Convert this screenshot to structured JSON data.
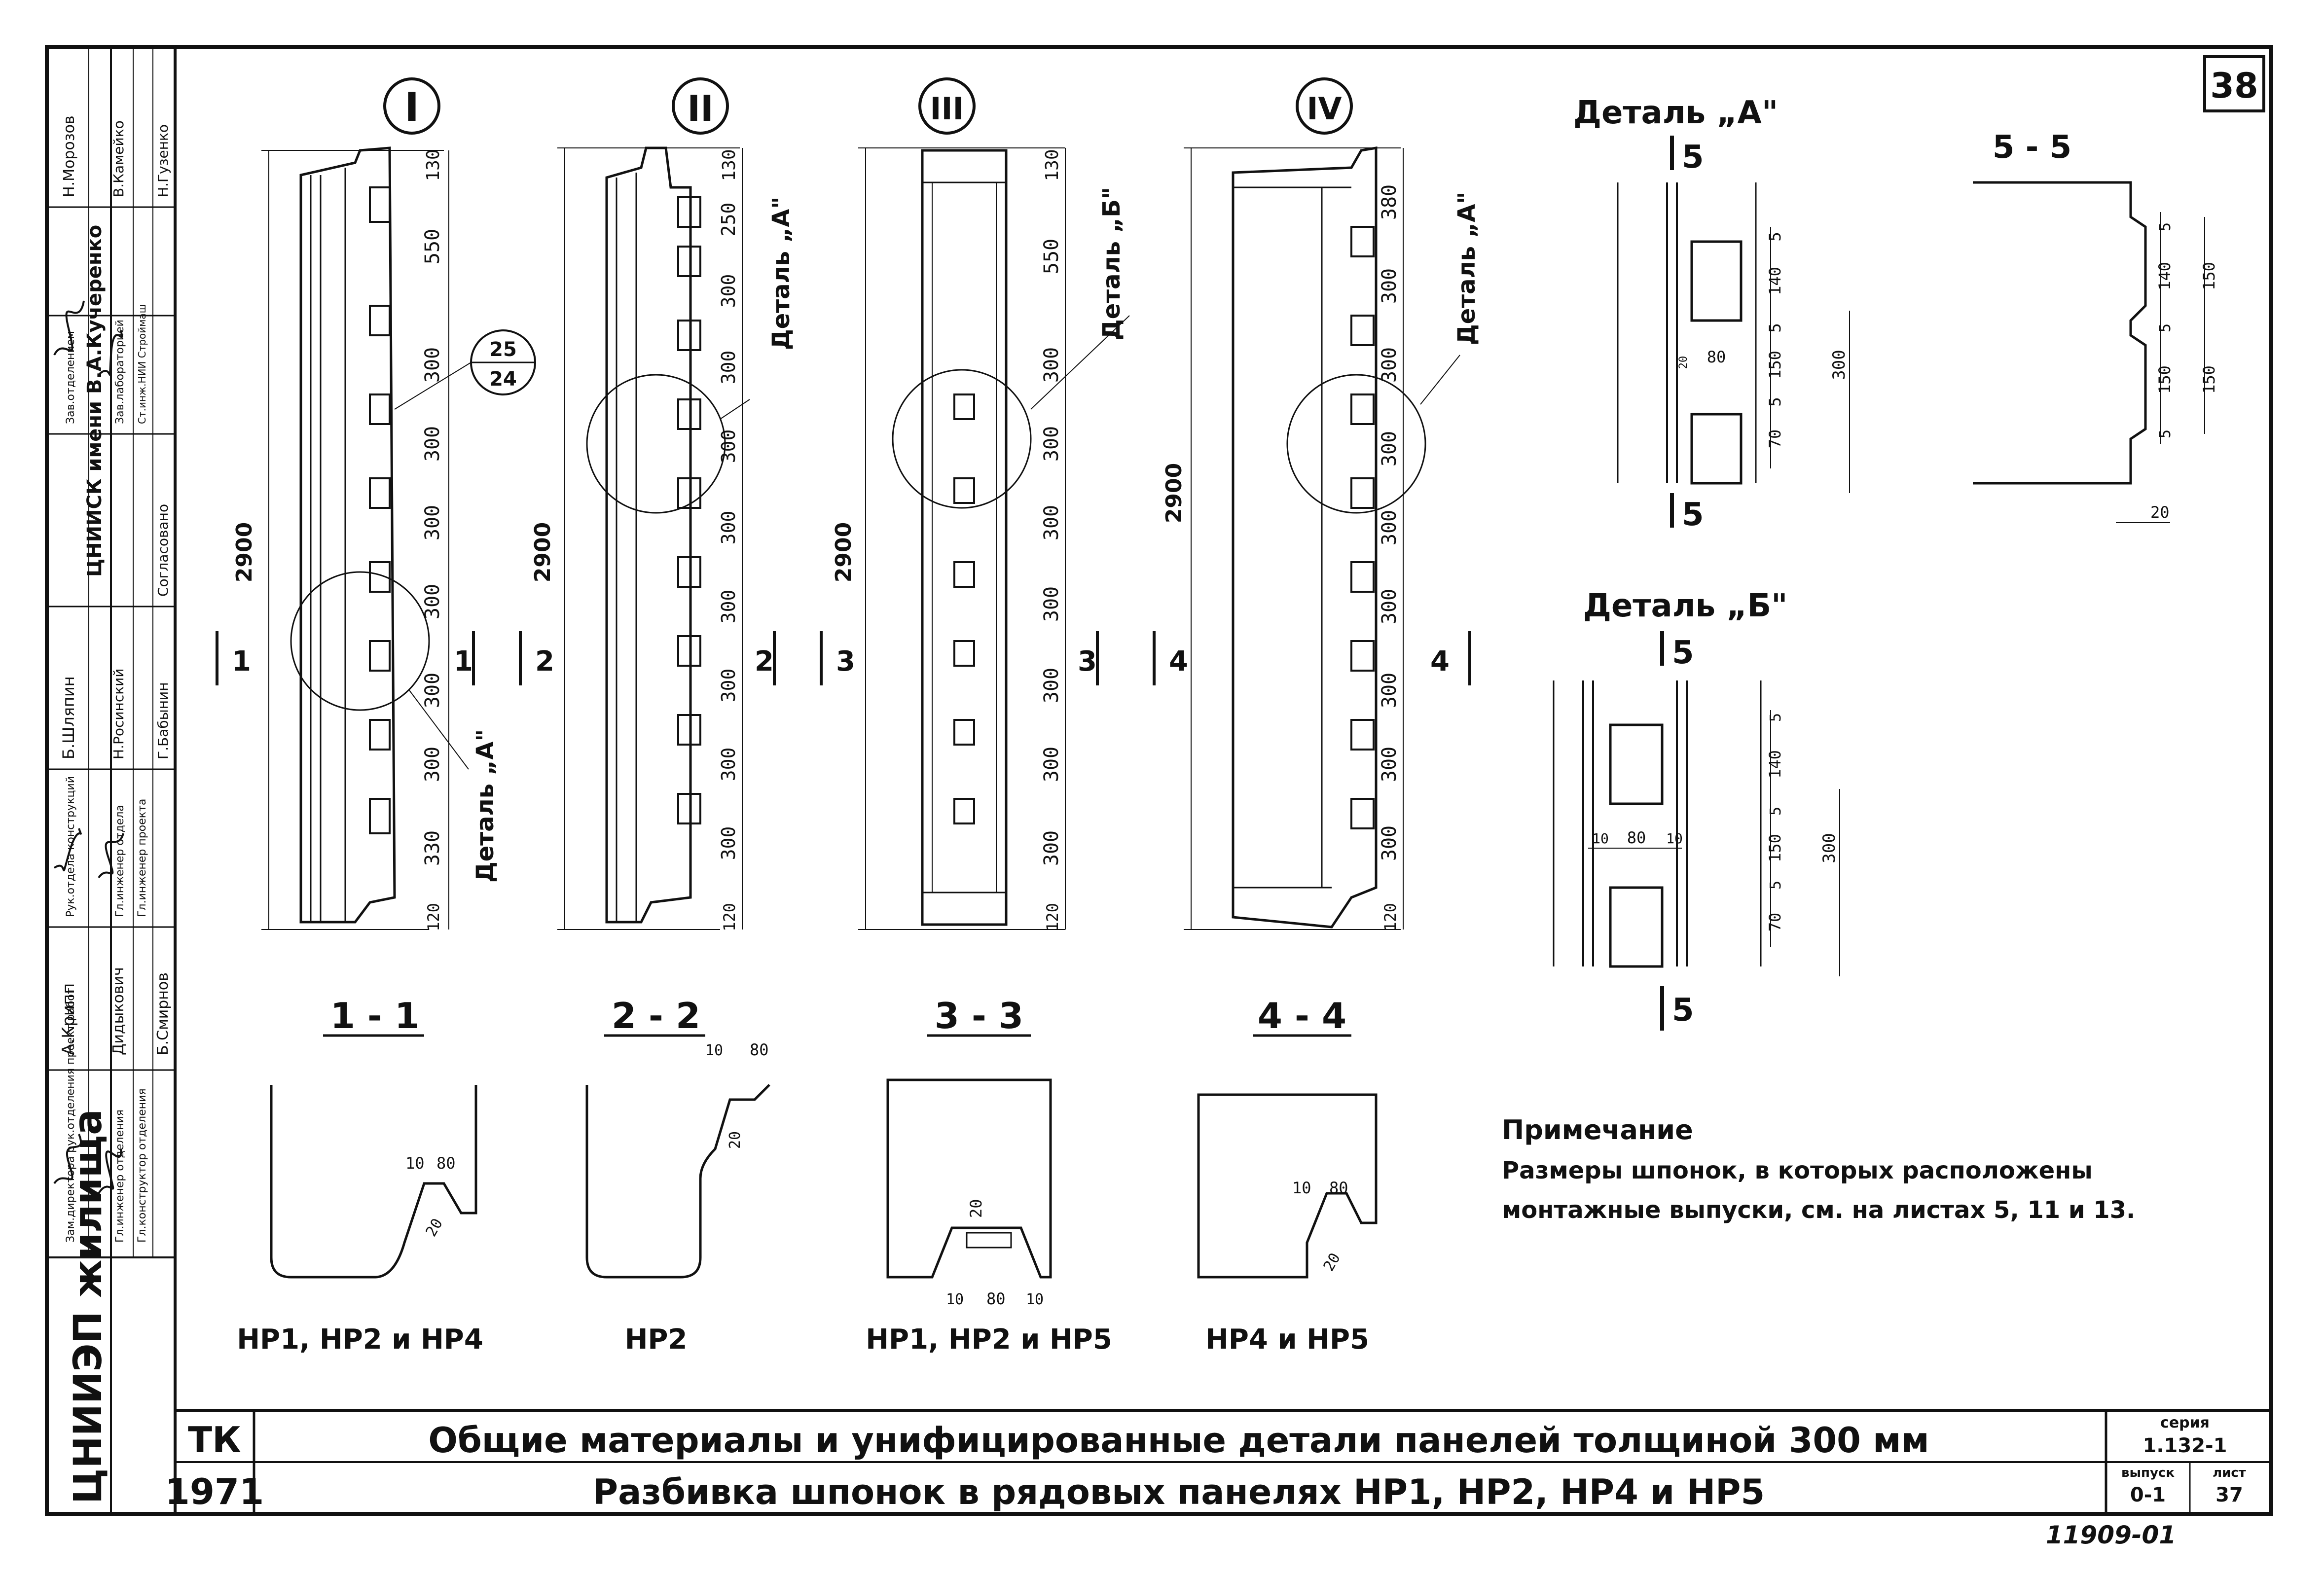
{
  "sheet_number": "38",
  "panel_numbers": [
    "I",
    "II",
    "III",
    "IV"
  ],
  "panels": {
    "p1": {
      "height": "2900",
      "dims": [
        "130",
        "550",
        "300",
        "300",
        "300",
        "300",
        "300",
        "300",
        "330",
        "120"
      ],
      "callout_top": "25",
      "callout_bottom": "24",
      "detail": "Деталь „А\"",
      "section": "1"
    },
    "p2": {
      "height": "2900",
      "dims": [
        "130",
        "250",
        "300",
        "300",
        "300",
        "300",
        "300",
        "300",
        "300",
        "300",
        "120"
      ],
      "detail": "Деталь „А\"",
      "section": "2"
    },
    "p3": {
      "height": "2900",
      "dims": [
        "130",
        "550",
        "300",
        "300",
        "300",
        "300",
        "300",
        "300",
        "300",
        "120"
      ],
      "detail": "Деталь „Б\"",
      "section": "3"
    },
    "p4": {
      "height": "2900",
      "dims": [
        "380",
        "300",
        "300",
        "300",
        "300",
        "300",
        "300",
        "300",
        "300",
        "120"
      ],
      "detail": "Деталь „А\"",
      "section": "4"
    }
  },
  "detail_a": {
    "title": "Деталь „А\"",
    "section_mark": "5",
    "dims": [
      "5",
      "140",
      "5",
      "150",
      "5",
      "70",
      "300",
      "80",
      "20"
    ]
  },
  "section_55": {
    "title": "5 - 5",
    "dims": [
      "5",
      "140",
      "150",
      "5",
      "150",
      "5",
      "20"
    ]
  },
  "detail_b": {
    "title": "Деталь „Б\"",
    "section_mark": "5",
    "dims": [
      "5",
      "140",
      "5",
      "150",
      "5",
      "70",
      "300",
      "10",
      "80",
      "10"
    ]
  },
  "sections": [
    {
      "title": "1 - 1",
      "dims": [
        "10",
        "80",
        "20"
      ],
      "caption": "НР1, НР2 и НР4"
    },
    {
      "title": "2 - 2",
      "dims": [
        "10",
        "80",
        "20"
      ],
      "caption": "НР2"
    },
    {
      "title": "3 - 3",
      "dims": [
        "20",
        "10",
        "80",
        "10"
      ],
      "caption": "НР1,  НР2 и НР5"
    },
    {
      "title": "4 - 4",
      "dims": [
        "10",
        "80",
        "20"
      ],
      "caption": "НР4 и НР5"
    }
  ],
  "note": {
    "title": "Примечание",
    "line1": "Размеры шпонок, в которых расположены",
    "line2": "монтажные выпуски, см. на листах 5, 11 и 13."
  },
  "title_block": {
    "code": "ТК",
    "year": "1971",
    "title1": "Общие материалы и унифицированные детали панелей толщиной 300 мм",
    "title2": "Разбивка шпонок в рядовых панелях НР1, НР2, НР4 и НР5",
    "series_label": "серия",
    "series_value": "1.132-1",
    "issue_label": "выпуск",
    "issue_value": "0-1",
    "sheet_label": "лист",
    "sheet_value": "37",
    "archive_number": "11909-01"
  },
  "stamp": {
    "org1": "ЦНИИЭП жилища",
    "org2": "ЦНИИСК имени В.А.Кучеренко",
    "rows": [
      {
        "role": "Зам.директора рук.отделения проект.работ",
        "name": "А.Крипп"
      },
      {
        "role": "Гл.инженер отделения",
        "name": "Дидыкович"
      },
      {
        "role": "Гл.конструктор отделения",
        "name": "Б.Смирнов"
      },
      {
        "role": "Рук.отдела конструкций",
        "name": "Б.Шляпин"
      },
      {
        "role": "Гл.инженер отдела",
        "name": "Н.Росинский"
      },
      {
        "role": "Гл.инженер проекта",
        "name": "Г.Бабынин"
      },
      {
        "role": "Зав.отделением",
        "name": "Н.Морозов"
      },
      {
        "role": "Зав.лабораторией",
        "name": "В.Камейко"
      },
      {
        "role": "Ст.инж.НИИ Строймаш",
        "name": "Н.Гузенко"
      },
      {
        "role": "Согласовано",
        "name": ""
      }
    ]
  },
  "cut_marks": [
    "1",
    "1",
    "2",
    "2",
    "3",
    "3",
    "4",
    "4"
  ]
}
